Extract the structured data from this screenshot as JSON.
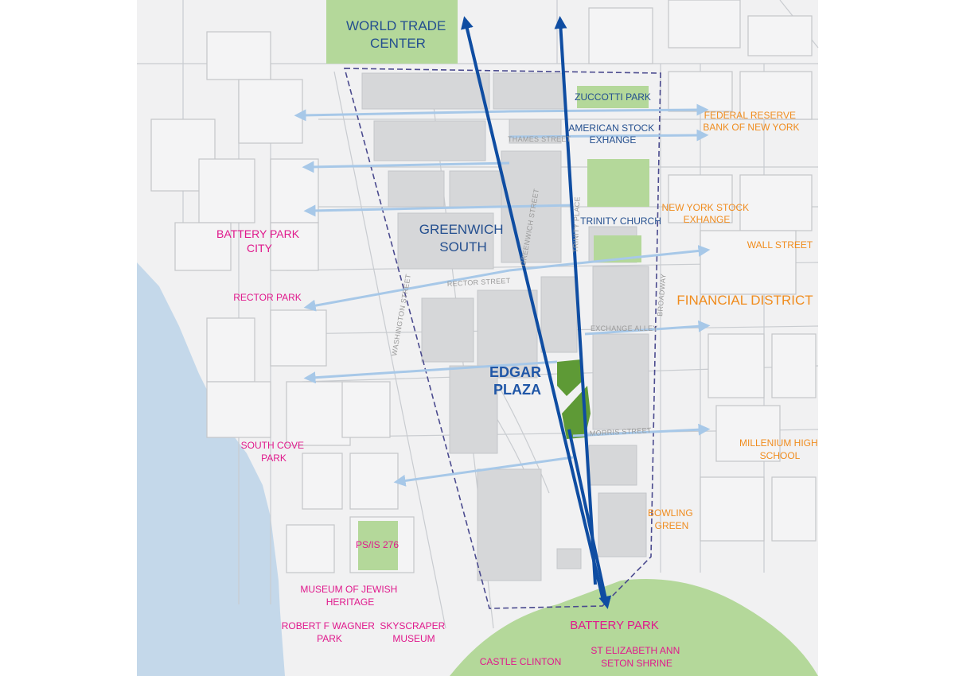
{
  "colors": {
    "background": "#ffffff",
    "land": "#f1f1f2",
    "block": "#d6d7d9",
    "block_outline": "#c4c6c9",
    "street_line": "#c9ccd0",
    "water": "#c4d8ea",
    "park": "#b4d89a",
    "park_dark": "#5e9a36",
    "boundary": "#4a4a8e",
    "main_arrow": "#0f4da2",
    "side_arrow": "#a7c8e8",
    "neighborhood_text": "#244f8f",
    "financial_text": "#f08c1e",
    "bpc_text": "#e0198c"
  },
  "map_title_labels": {
    "world_trade_center": [
      "WORLD TRADE",
      "CENTER"
    ],
    "greenwich_south": [
      "GREENWICH",
      "SOUTH"
    ],
    "edgar_plaza": [
      "EDGAR",
      "PLAZA"
    ],
    "zuccotti_park": "ZUCCOTTI PARK",
    "american_stock": [
      "AMERICAN STOCK",
      "EXHANGE"
    ],
    "trinity_church": "TRINITY CHURCH",
    "battery_park": "BATTERY PARK"
  },
  "financial_labels": {
    "federal_reserve": [
      "FEDERAL RESERVE",
      "BANK OF NEW YORK"
    ],
    "nyse": [
      "NEW YORK STOCK",
      "EXHANGE"
    ],
    "wall_street": "WALL STREET",
    "financial_district": "FINANCIAL DISTRICT",
    "millenium": [
      "MILLENIUM HIGH",
      "SCHOOL"
    ],
    "bowling_green": [
      "BOWLING",
      "GREEN"
    ]
  },
  "bpc_labels": {
    "battery_park_city": [
      "BATTERY PARK",
      "CITY"
    ],
    "rector_park": "RECTOR PARK",
    "south_cove": [
      "SOUTH COVE",
      "PARK"
    ],
    "psis": "PS/IS 276",
    "museum_jewish": [
      "MUSEUM OF JEWISH",
      "HERITAGE"
    ],
    "robert_wagner": [
      "ROBERT F WAGNER",
      "PARK"
    ],
    "skyscraper": [
      "SKYSCRAPER",
      "MUSEUM"
    ],
    "castle_clinton": "CASTLE CLINTON",
    "st_elizabeth": [
      "ST ELIZABETH ANN",
      "SETON SHRINE"
    ]
  },
  "streets": {
    "thames": "THAMES STREET",
    "greenwich": "GREENWICH STREET",
    "trinity_place": "TRINITY PLACE",
    "rector": "RECTOR STREET",
    "washington": "WASHINGTON STREET",
    "broadway": "BROADWAY",
    "exchange_alley": "EXCHANGE ALLEY",
    "morris": "MORRIS STREET"
  }
}
